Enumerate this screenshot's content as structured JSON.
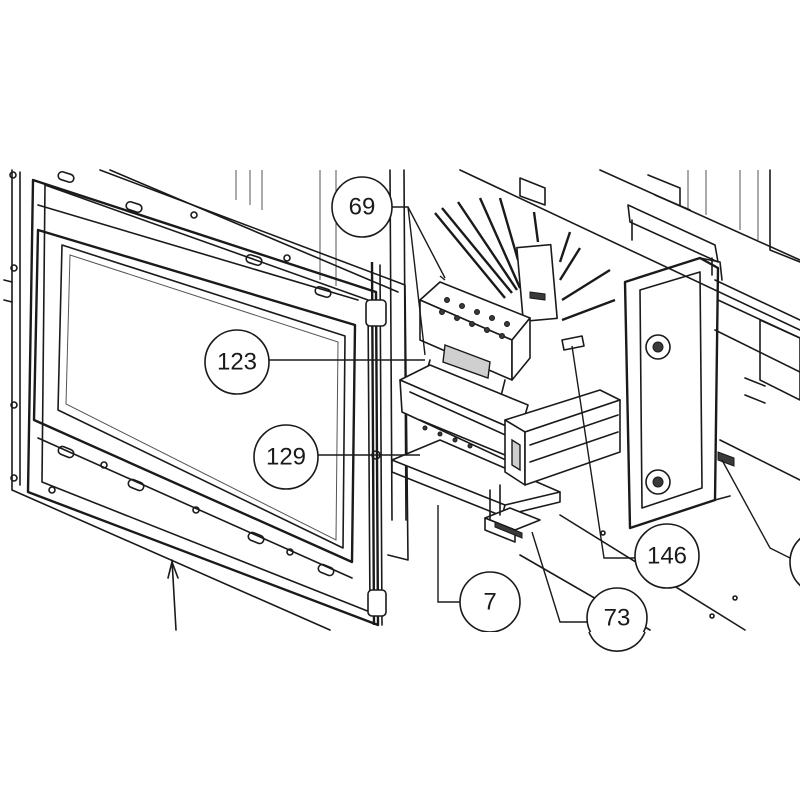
{
  "callouts": [
    {
      "id": "c69",
      "label": "69"
    },
    {
      "id": "c123",
      "label": "123"
    },
    {
      "id": "c129",
      "label": "129"
    },
    {
      "id": "c7",
      "label": "7"
    },
    {
      "id": "c73",
      "label": "73"
    },
    {
      "id": "c146",
      "label": "146"
    }
  ],
  "colors": {
    "line": "#1a1a1a",
    "background": "#ffffff",
    "shade": "#cfcfcf"
  }
}
